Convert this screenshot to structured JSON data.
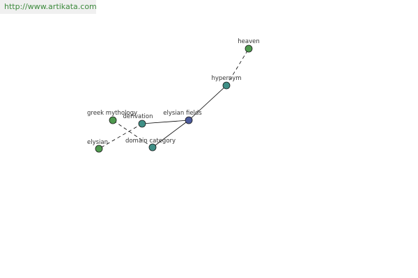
{
  "banner": {
    "url": "http://www.artikata.com"
  },
  "colors": {
    "banner_bg": "#f0f0f0",
    "banner_text": "#3c8a3c",
    "node_green": "#4f9a4f",
    "node_teal": "#3f8f86",
    "node_center": "#4b5a9c",
    "edge": "#000000",
    "label": "#333333"
  },
  "graph": {
    "nodes": [
      {
        "id": "heaven",
        "label": "heaven",
        "kind": "green"
      },
      {
        "id": "hypernym",
        "label": "hypernym",
        "kind": "teal"
      },
      {
        "id": "elysian_fields",
        "label": "elysian fields",
        "kind": "center"
      },
      {
        "id": "derivation",
        "label": "derivation",
        "kind": "teal"
      },
      {
        "id": "domain_category",
        "label": "domain category",
        "kind": "teal"
      },
      {
        "id": "greek_mythology",
        "label": "greek mythology",
        "kind": "green"
      },
      {
        "id": "elysian",
        "label": "elysian",
        "kind": "green"
      }
    ],
    "edges": [
      {
        "from": "hypernym",
        "to": "heaven",
        "style": "dashed"
      },
      {
        "from": "elysian_fields",
        "to": "hypernym",
        "style": "solid"
      },
      {
        "from": "derivation",
        "to": "elysian_fields",
        "style": "solid"
      },
      {
        "from": "domain_category",
        "to": "elysian_fields",
        "style": "solid"
      },
      {
        "from": "derivation",
        "to": "elysian",
        "style": "dashed"
      },
      {
        "from": "domain_category",
        "to": "greek_mythology",
        "style": "dashed"
      }
    ]
  }
}
